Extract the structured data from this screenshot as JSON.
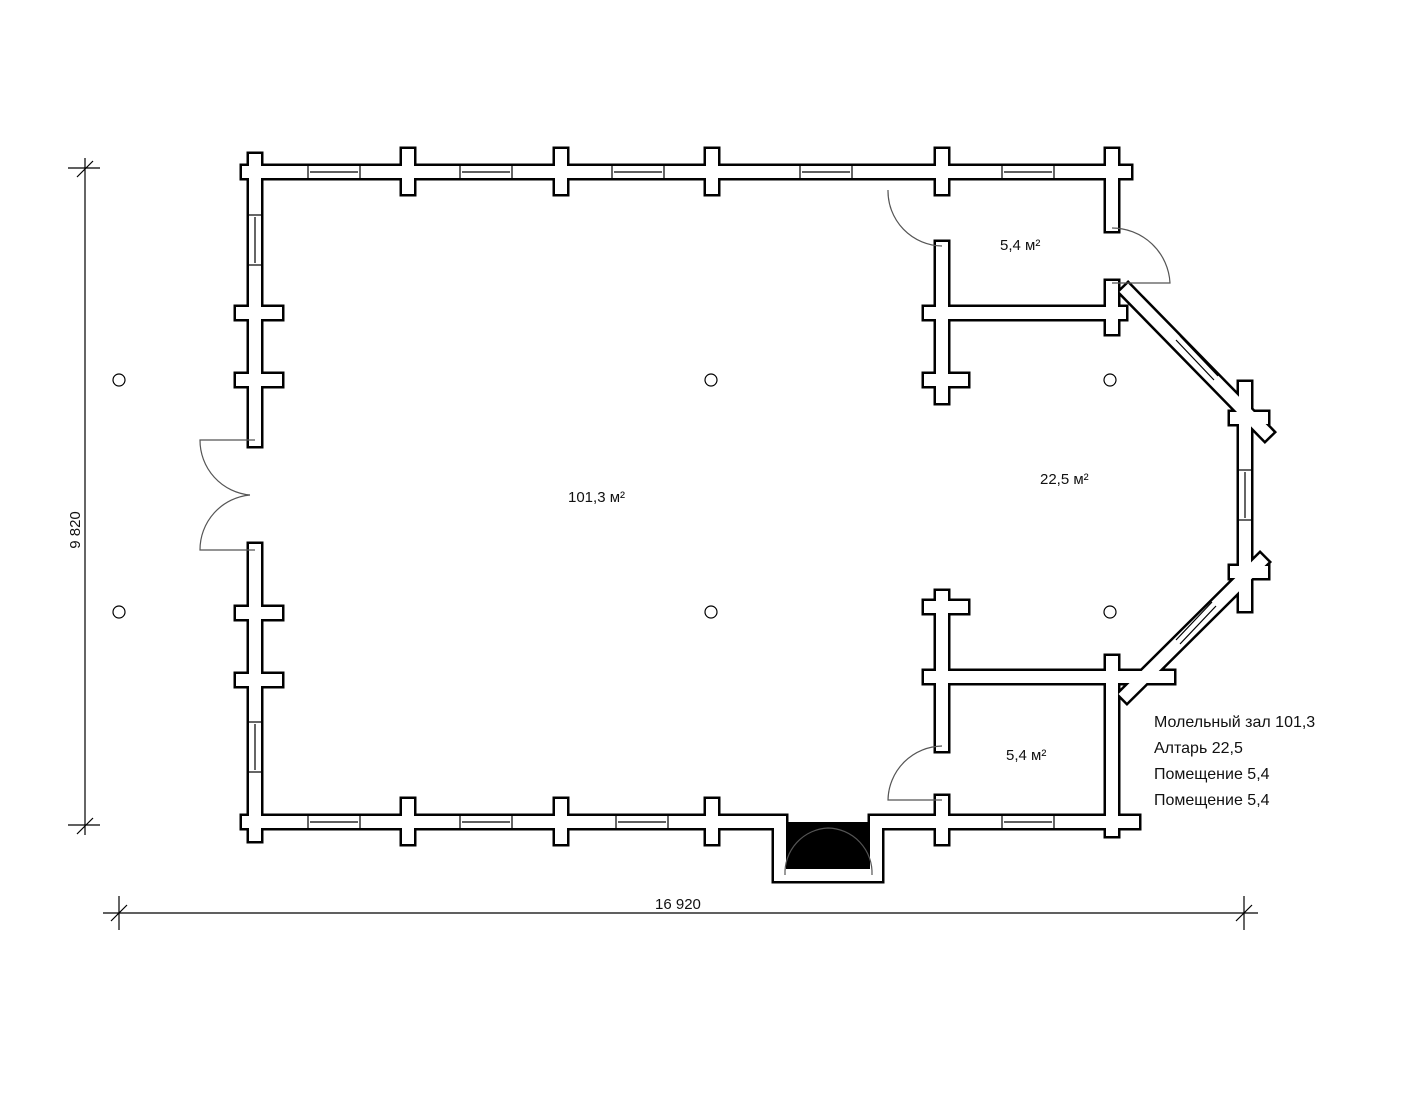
{
  "rooms": [
    {
      "area": "101,3 м²"
    },
    {
      "area": "22,5 м²"
    },
    {
      "area": "5,4 м²"
    },
    {
      "area": "5,4 м²"
    }
  ],
  "dimensions": {
    "width": "16 920",
    "height": "9 820"
  },
  "legend": [
    "Молельный зал 101,3",
    "Алтарь 22,5",
    "Помещение 5,4",
    "Помещение 5,4"
  ],
  "colors": {
    "line": "#000000",
    "background": "#ffffff"
  }
}
